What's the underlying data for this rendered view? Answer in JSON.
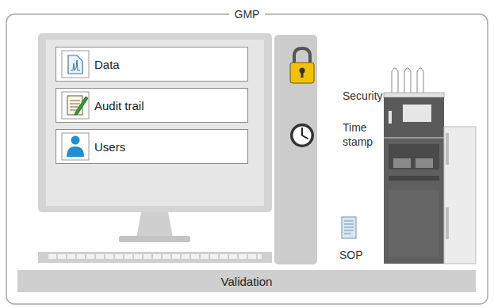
{
  "diagram": {
    "nodes": [
      {
        "text": [
          "GMP"
        ]
      },
      {
        "text": [
          "Data"
        ],
        "in": 0
      },
      {
        "text": [
          "Audit trail"
        ],
        "in": 0
      },
      {
        "text": [
          "Users"
        ],
        "in": 0
      },
      {
        "text": [
          "Validation"
        ],
        "in": 0
      }
    ],
    "labels": [
      "Security",
      "Time stamp",
      "SOP"
    ]
  }
}
